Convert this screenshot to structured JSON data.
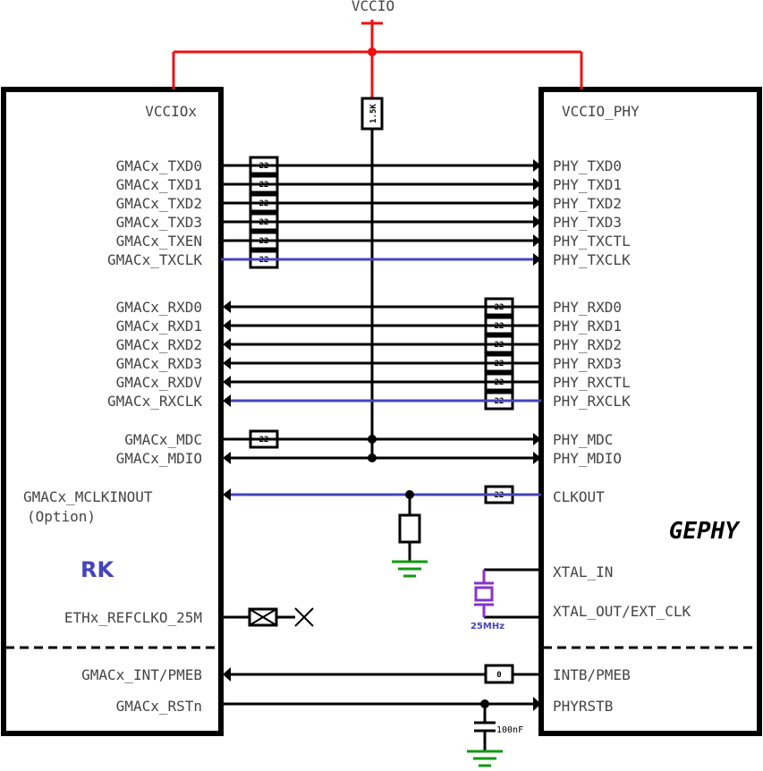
{
  "supply": {
    "label": "VCCIO"
  },
  "pullup": {
    "label": "1.5K"
  },
  "left_chip": {
    "vcc_label": "VCCIOx",
    "name": "RK"
  },
  "right_chip": {
    "vcc_label": "VCCIO_PHY",
    "name": "GEPHY"
  },
  "tx_signals": [
    {
      "left": "GMACx_TXD0",
      "right": "PHY_TXD0",
      "res": "22"
    },
    {
      "left": "GMACx_TXD1",
      "right": "PHY_TXD1",
      "res": "22"
    },
    {
      "left": "GMACx_TXD2",
      "right": "PHY_TXD2",
      "res": "22"
    },
    {
      "left": "GMACx_TXD3",
      "right": "PHY_TXD3",
      "res": "22"
    },
    {
      "left": "GMACx_TXEN",
      "right": "PHY_TXCTL",
      "res": "22"
    },
    {
      "left": "GMACx_TXCLK",
      "right": "PHY_TXCLK",
      "res": "22"
    }
  ],
  "rx_signals": [
    {
      "left": "GMACx_RXD0",
      "right": "PHY_RXD0",
      "res": "22"
    },
    {
      "left": "GMACx_RXD1",
      "right": "PHY_RXD1",
      "res": "22"
    },
    {
      "left": "GMACx_RXD2",
      "right": "PHY_RXD2",
      "res": "22"
    },
    {
      "left": "GMACx_RXD3",
      "right": "PHY_RXD3",
      "res": "22"
    },
    {
      "left": "GMACx_RXDV",
      "right": "PHY_RXCTL",
      "res": "22"
    },
    {
      "left": "GMACx_RXCLK",
      "right": "PHY_RXCLK",
      "res": "22"
    }
  ],
  "mdio": [
    {
      "left": "GMACx_MDC",
      "right": "PHY_MDC",
      "res": "22"
    },
    {
      "left": "GMACx_MDIO",
      "right": "PHY_MDIO"
    }
  ],
  "mclk": {
    "left": "GMACx_MCLKINOUT",
    "left_note": "(Option)",
    "right": "CLKOUT",
    "res": "22"
  },
  "xtal": {
    "in_label": "XTAL_IN",
    "out_label": "XTAL_OUT/EXT_CLK",
    "freq": "25MHz"
  },
  "refclk": {
    "left": "ETHx_REFCLKO_25M"
  },
  "int": {
    "left": "GMACx_INT/PMEB",
    "right": "INTB/PMEB",
    "res": "0"
  },
  "rst": {
    "left": "GMACx_RSTn",
    "right": "PHYRSTB",
    "cap": "100nF"
  },
  "colors": {
    "power": "#ee1111",
    "clock": "#4444bb",
    "ground": "#119911",
    "crystal": "#8833cc",
    "brand": "#4444bb"
  }
}
